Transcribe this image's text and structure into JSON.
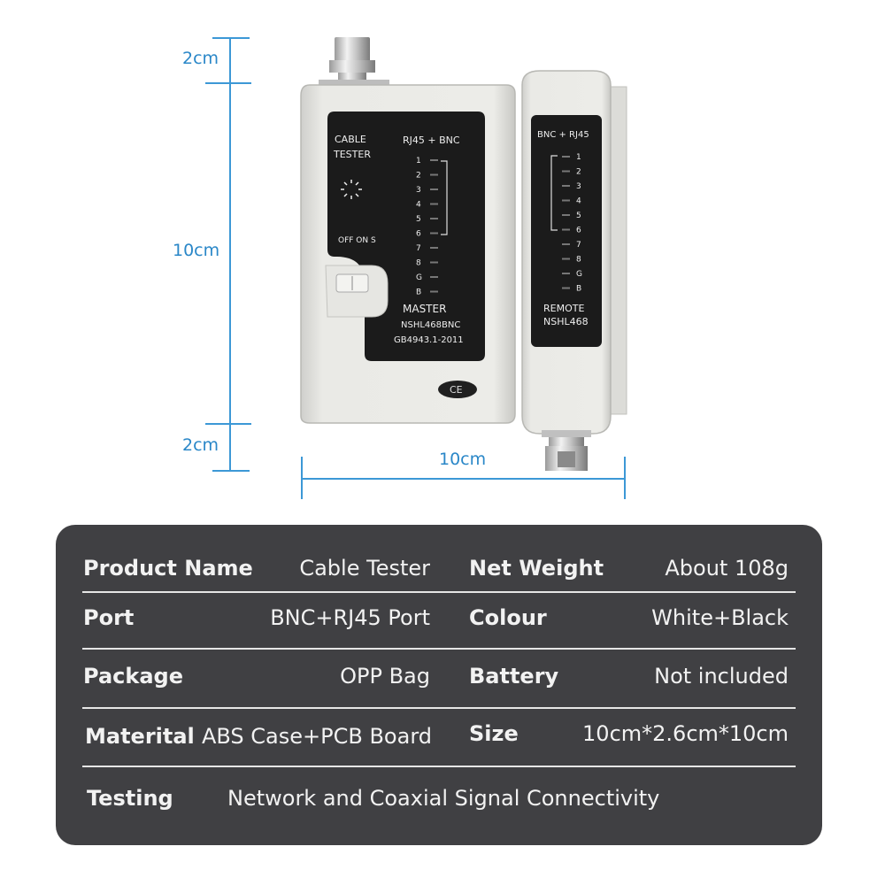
{
  "dimensions": {
    "top_height": "2cm",
    "body_height": "10cm",
    "bottom_height": "2cm",
    "width": "10cm"
  },
  "device": {
    "master": {
      "cable_tester": "CABLE\nTESTER",
      "ports_title": "RJ45 + BNC",
      "switch_label": "OFF ON  S",
      "leds": [
        "1",
        "2",
        "3",
        "4",
        "5",
        "6",
        "7",
        "8",
        "G",
        "B"
      ],
      "name": "MASTER",
      "model": "NSHL468BNC",
      "standard": "GB4943.1-2011",
      "cert_mark": "CE"
    },
    "remote": {
      "ports_title": "BNC + RJ45",
      "leds": [
        "1",
        "2",
        "3",
        "4",
        "5",
        "6",
        "7",
        "8",
        "G",
        "B"
      ],
      "name": "REMOTE",
      "model": "NSHL468"
    }
  },
  "specs": {
    "product_name_label": "Product Name",
    "product_name_value": "Cable  Tester",
    "net_weight_label": "Net Weight",
    "net_weight_value": "About 108g",
    "port_label": "Port",
    "port_value": "BNC+RJ45 Port",
    "colour_label": "Colour",
    "colour_value": "White+Black",
    "package_label": "Package",
    "package_value": "OPP Bag",
    "battery_label": "Battery",
    "battery_value": "Not included",
    "material_label": "Materital",
    "material_value": "ABS Case+PCB Board",
    "size_label": "Size",
    "size_value": "10cm*2.6cm*10cm",
    "testing_label": "Testing",
    "testing_value": "Network and Coaxial Signal Connectivity"
  }
}
